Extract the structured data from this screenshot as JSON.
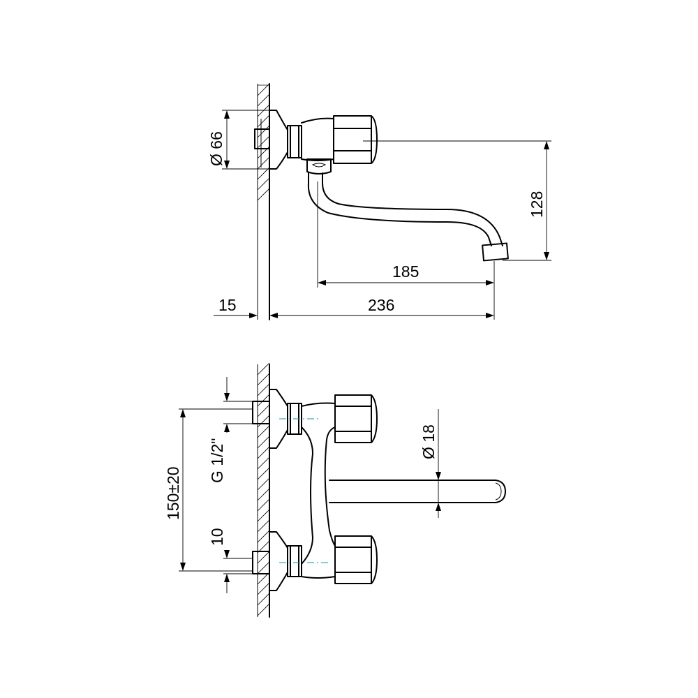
{
  "dimensions": {
    "diameter_body": "Ø 66",
    "height_spout": "128",
    "reach_spout": "185",
    "wall_offset": "15",
    "projection": "236",
    "pipe_diameter": "Ø 18",
    "thread": "G 1/2\"",
    "center_distance": "150±20",
    "thread_length": "10"
  },
  "colors": {
    "line": "#000000",
    "axis": "#2a8f8f"
  }
}
